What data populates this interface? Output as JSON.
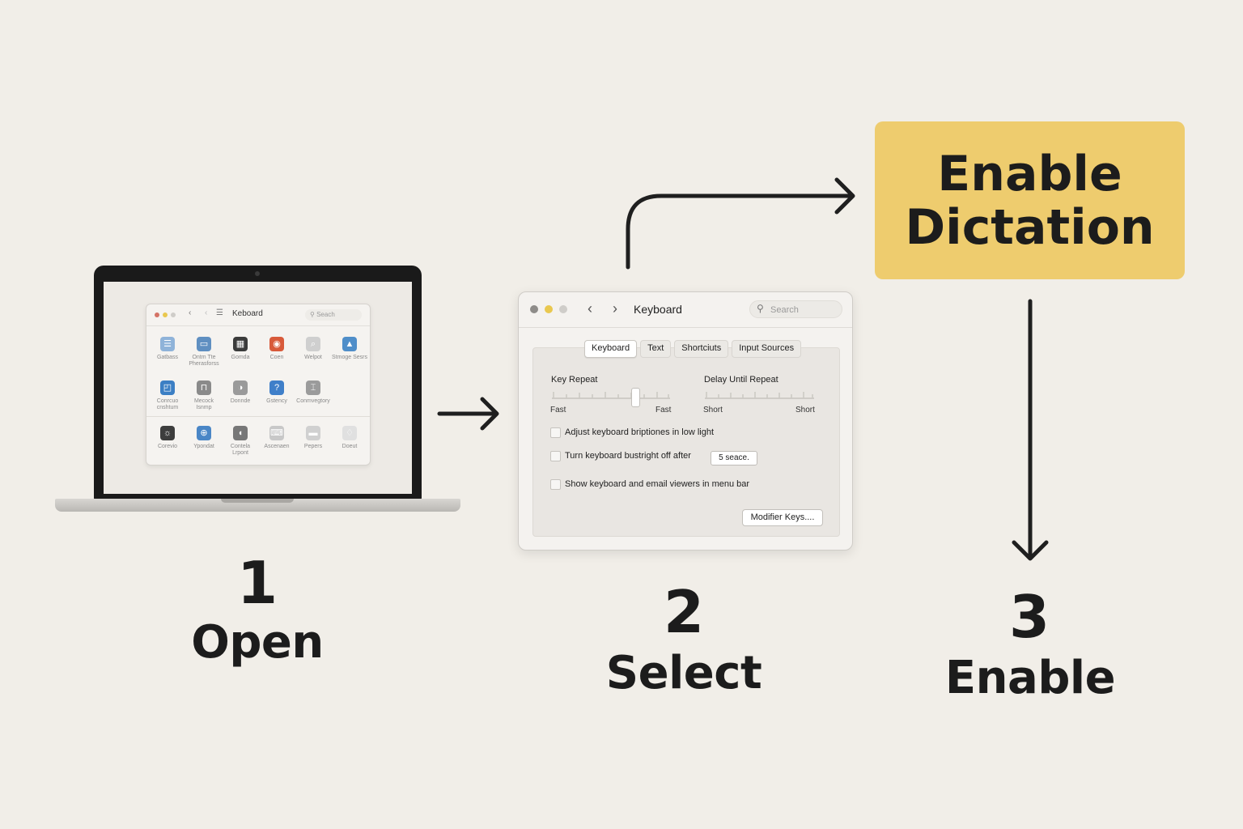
{
  "colors": {
    "background": "#f1eee8",
    "highlight": "#eecc6e",
    "ink": "#1c1c1c",
    "traffic_red": "#9c9a97",
    "traffic_yellow": "#e9c84f",
    "traffic_green": "#c9c7c3"
  },
  "steps": [
    {
      "number": "1",
      "label": "Open"
    },
    {
      "number": "2",
      "label": "Select"
    },
    {
      "number": "3",
      "label": "Enable"
    }
  ],
  "highlight_box": {
    "line1": "Enable",
    "line2": "Dictation"
  },
  "mini_window": {
    "title": "Keboard",
    "search": "Seach",
    "items": [
      {
        "label": "Gatbass",
        "icon": "sliders-icon",
        "color": "#8fb3d9",
        "glyph": "☰"
      },
      {
        "label": "Ontm Tte Pherasforss",
        "icon": "display-icon",
        "color": "#5f8fc1",
        "glyph": "▭"
      },
      {
        "label": "Gomda",
        "icon": "dock-icon",
        "color": "#3b3b3b",
        "glyph": "▦"
      },
      {
        "label": "Coen",
        "icon": "chrome-icon",
        "color": "#d85a3a",
        "glyph": "◉"
      },
      {
        "label": "Welpot",
        "icon": "magnifier-icon",
        "color": "#cfcfcf",
        "glyph": "⌕"
      },
      {
        "label": "Stmoge Sesrs",
        "icon": "image-icon",
        "color": "#4f8ec9",
        "glyph": "▲"
      },
      {
        "label": "Conrcuo cnshtum",
        "icon": "app-store-icon",
        "color": "#3c7fc4",
        "glyph": "◰"
      },
      {
        "label": "Mecock Isnmp",
        "icon": "lock-icon",
        "color": "#8a8a8a",
        "glyph": "⊓"
      },
      {
        "label": "Donnde",
        "icon": "toggle-icon",
        "color": "#9a9a9a",
        "glyph": "◑"
      },
      {
        "label": "Gstency",
        "icon": "help-icon",
        "color": "#3f7fc9",
        "glyph": "?"
      },
      {
        "label": "Conmvegtory",
        "icon": "tool-icon",
        "color": "#9b9b9b",
        "glyph": "⌶"
      },
      {
        "label": "Corevio",
        "icon": "brightness-icon",
        "color": "#3d3d3d",
        "glyph": "☼"
      },
      {
        "label": "Ypondat",
        "icon": "globe-icon",
        "color": "#4a86c6",
        "glyph": "⊕"
      },
      {
        "label": "Contela Lrpont",
        "icon": "speaker-icon",
        "color": "#777777",
        "glyph": "◖"
      },
      {
        "label": "Ascenaen",
        "icon": "keyboard-icon",
        "color": "#c8c8c8",
        "glyph": "⌨"
      },
      {
        "label": "Pepers",
        "icon": "folder-icon",
        "color": "#d0d0d0",
        "glyph": "▬"
      },
      {
        "label": "Doeut",
        "icon": "bulb-icon",
        "color": "#e0e0e0",
        "glyph": "♢"
      }
    ]
  },
  "keyboard_window": {
    "title": "Keyboard",
    "search": "Search",
    "tabs": [
      "Keyboard",
      "Text",
      "Shortciuts",
      "Input Sources"
    ],
    "key_repeat": {
      "title": "Key Repeat",
      "left": "Fast",
      "right": "Fast",
      "value": 0.7
    },
    "delay_until_repeat": {
      "title": "Delay Until Repeat",
      "left": "Short",
      "right": "Short"
    },
    "checkboxes": [
      "Adjust keyboard briptiones in low light",
      "Turn keyboard bustright off after",
      "Show keyboard and email viewers in menu bar"
    ],
    "timeout_value": "5 seace.",
    "modifier_button": "Modifier Keys...."
  }
}
